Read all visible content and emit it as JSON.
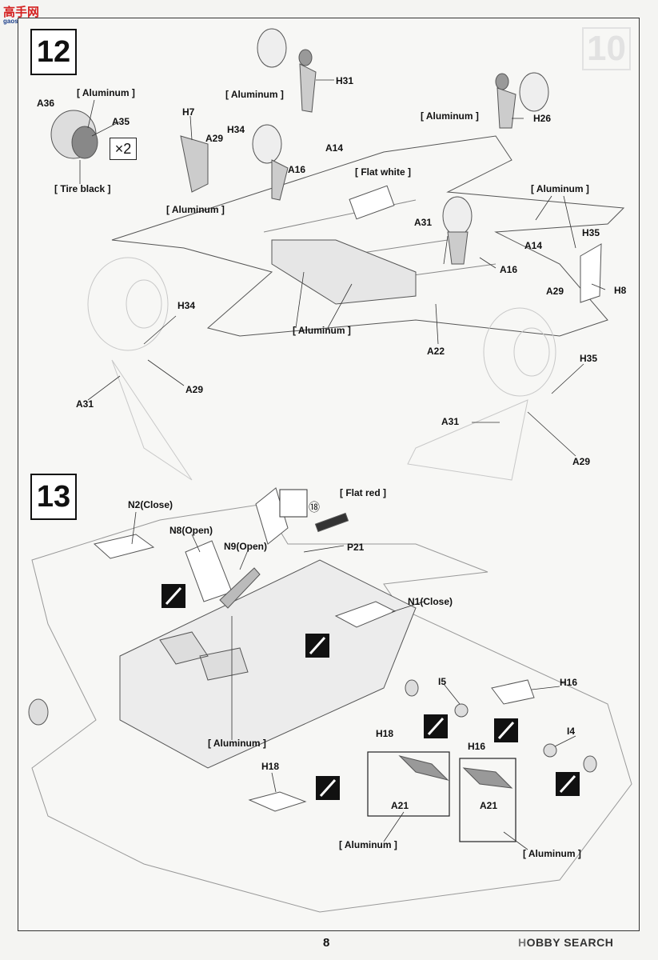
{
  "watermark": {
    "brand": "高手网",
    "url": "gaoshou.com"
  },
  "page_number": "8",
  "footer_brand": {
    "prefix": "H",
    "main": "OBBY",
    "suffix": "SEARCH"
  },
  "ghost_step": "10",
  "step12": {
    "number": "12",
    "qty": "×2",
    "labels": {
      "aluminum_tire": "[ Aluminum ]",
      "a36": "A36",
      "a35": "A35",
      "tire_black": "[ Tire black ]",
      "h7": "H7",
      "h34_top": "H34",
      "a29_top": "A29",
      "aluminum_h31": "[ Aluminum ]",
      "h31": "H31",
      "a16_top": "A16",
      "a14_top": "A14",
      "flat_white": "[ Flat white ]",
      "aluminum_left": "[ Aluminum ]",
      "aluminum_h26": "[ Aluminum ]",
      "h26": "H26",
      "aluminum_right": "[ Aluminum ]",
      "a31_mid": "A31",
      "h35_top": "H35",
      "a14_mid": "A14",
      "a16_mid": "A16",
      "a29_mid": "A29",
      "h8": "H8",
      "aluminum_center": "[ Aluminum ]",
      "a22": "A22",
      "h34_left": "H34",
      "a29_left": "A29",
      "a31_left": "A31",
      "h35_right": "H35",
      "a31_right": "A31",
      "a29_right": "A29"
    }
  },
  "step13": {
    "number": "13",
    "labels": {
      "flat_red": "[ Flat red ]",
      "decal": "⑱",
      "p21": "P21",
      "n2": "N2(Close)",
      "n8": "N8(Open)",
      "n9": "N9(Open)",
      "n1": "N1(Close)",
      "i5": "I5",
      "h16_top": "H16",
      "aluminum_mid": "[ Aluminum ]",
      "h18_box": "H18",
      "h16_box": "H16",
      "i4": "I4",
      "h18_left": "H18",
      "a21_left": "A21",
      "a21_right": "A21",
      "aluminum_bl": "[ Aluminum ]",
      "aluminum_br": "[ Aluminum ]"
    }
  }
}
